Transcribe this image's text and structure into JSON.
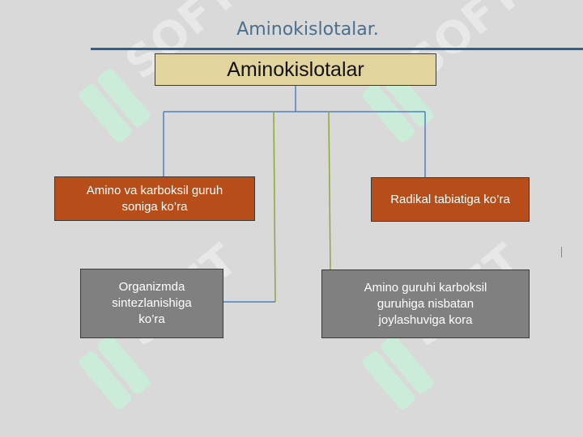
{
  "slide": {
    "title": "Aminokislotalar.",
    "root_label": "Aminokislotalar",
    "boxes": {
      "amino_karboksil": "Amino va karboksil guruh\nsoniga ko’ra",
      "radikal": "Radikal tabiatiga ko’ra",
      "organizmda": "Organizmda\nsintezlanishiga\nko’ra",
      "amino_guruhi": "Amino guruhi karboksil\nguruhiga nisbatan\njoylashuviga kora"
    }
  },
  "colors": {
    "background": "#d9d9d9",
    "title_text": "#4a6f8f",
    "title_rule": "#2e5f8e",
    "root_fill": "#e1d49d",
    "category_fill": "#b74d18",
    "subcategory_fill": "#808080",
    "connector_blue": "#4f81bd",
    "connector_green": "#8aa83c",
    "watermark": "#c9f0d8"
  },
  "watermark": {
    "text": "SOFT",
    "icon": "sofit-logo-icon"
  }
}
